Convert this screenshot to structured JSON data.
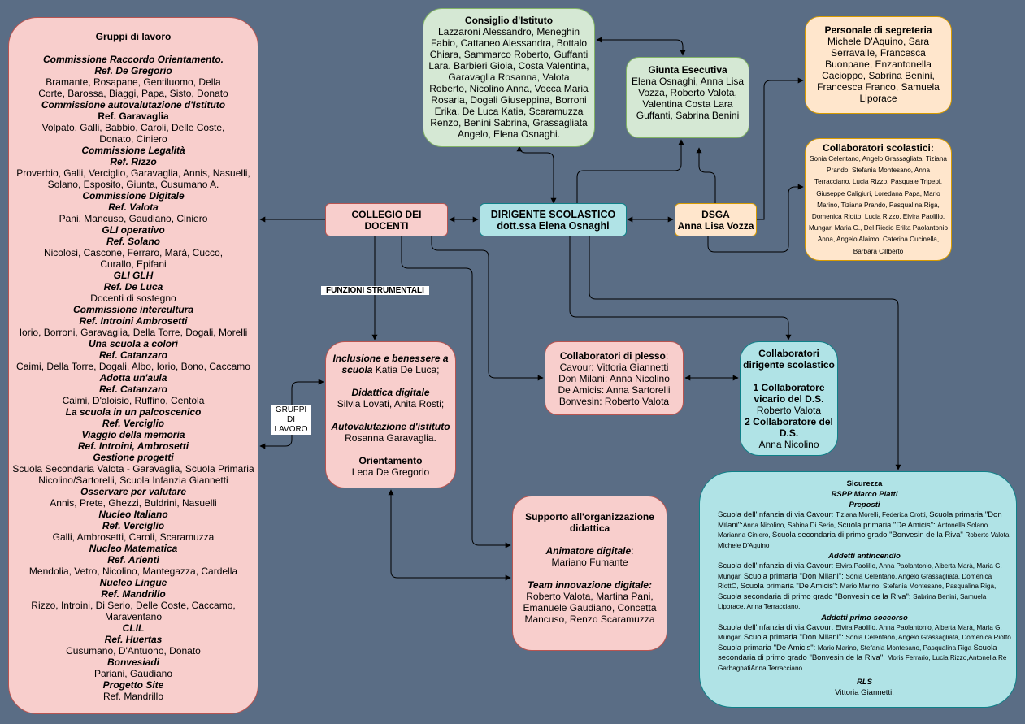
{
  "gruppi_lavoro": {
    "lines": [
      {
        "t": "Gruppi di lavoro",
        "s": "hd"
      },
      {
        "t": "",
        "s": ""
      },
      {
        "t": "Commissione Raccordo Orientamento.",
        "s": "bi"
      },
      {
        "t": "Ref. De Gregorio",
        "s": "bi"
      },
      {
        "t": "Bramante, Rosapane, Gentiluomo, Della",
        "s": ""
      },
      {
        "t": "Corte, Barossa, Biaggi, Papa, Sisto, Donato",
        "s": ""
      },
      {
        "t": "Commissione autovalutazione d'Istituto",
        "s": "bi"
      },
      {
        "t": "Ref. Garavaglia",
        "s": "hd"
      },
      {
        "t": "Volpato, Galli, Babbio, Caroli, Delle Coste,",
        "s": ""
      },
      {
        "t": "Donato, Ciniero",
        "s": ""
      },
      {
        "t": "Commissione Legalità",
        "s": "bi"
      },
      {
        "t": "Ref. Rizzo",
        "s": "bi"
      },
      {
        "t": "Proverbio, Galli, Verciglio, Garavaglia, Annis, Nasuelli,",
        "s": ""
      },
      {
        "t": "Solano, Esposito, Giunta, Cusumano A.",
        "s": ""
      },
      {
        "t": "Commissione Digitale",
        "s": "bi"
      },
      {
        "t": "Ref. Valota",
        "s": "bi"
      },
      {
        "t": "Pani, Mancuso, Gaudiano, Ciniero",
        "s": ""
      },
      {
        "t": "GLI operativo",
        "s": "bi"
      },
      {
        "t": "Ref. Solano",
        "s": "bi"
      },
      {
        "t": "Nicolosi, Cascone, Ferraro, Marà, Cucco,",
        "s": ""
      },
      {
        "t": "Curallo, Epifani",
        "s": ""
      },
      {
        "t": "GLI GLH",
        "s": "bi"
      },
      {
        "t": "Ref. De Luca",
        "s": "bi"
      },
      {
        "t": "Docenti di sostegno",
        "s": ""
      },
      {
        "t": "Commissione intercultura",
        "s": "bi"
      },
      {
        "t": "Ref. Introini Ambrosetti",
        "s": "bi"
      },
      {
        "t": "Iorio, Borroni, Garavaglia, Della Torre, Dogali, Morelli",
        "s": ""
      },
      {
        "t": "Una scuola  a colori",
        "s": "bi"
      },
      {
        "t": "Ref. Catanzaro",
        "s": "bi"
      },
      {
        "t": "Caimi, Della Torre, Dogali, Albo, Iorio, Bono, Caccamo",
        "s": ""
      },
      {
        "t": "Adotta un'aula",
        "s": "bi"
      },
      {
        "t": "Ref. Catanzaro",
        "s": "bi"
      },
      {
        "t": "Caimi, D'aloisio, Ruffino, Centola",
        "s": ""
      },
      {
        "t": "La scuola in un palcoscenico",
        "s": "bi"
      },
      {
        "t": "Ref. Verciglio",
        "s": "bi"
      },
      {
        "t": "Viaggio della memoria",
        "s": "bi"
      },
      {
        "t": "Ref. Introini, Ambrosetti",
        "s": "bi"
      },
      {
        "t": "Gestione progetti",
        "s": "bi"
      },
      {
        "t": "Scuola Secondaria Valota - Garavaglia, Scuola Primaria",
        "s": ""
      },
      {
        "t": "Nicolino/Sartorelli, Scuola Infanzia Giannetti",
        "s": ""
      },
      {
        "t": "Osservare per valutare",
        "s": "bi"
      },
      {
        "t": "Annis, Prete, Ghezzi, Buldrini, Nasuelli",
        "s": ""
      },
      {
        "t": "Nucleo Italiano",
        "s": "bi"
      },
      {
        "t": "Ref. Verciglio",
        "s": "bi"
      },
      {
        "t": "Galli, Ambrosetti, Caroli, Scaramuzza",
        "s": ""
      },
      {
        "t": "Nucleo Matematica",
        "s": "bi"
      },
      {
        "t": "Ref. Arienti",
        "s": "bi"
      },
      {
        "t": "Mendolia, Vetro, Nicolino, Mantegazza, Cardella",
        "s": ""
      },
      {
        "t": "Nucleo Lingue",
        "s": "bi"
      },
      {
        "t": "Ref. Mandrillo",
        "s": "bi"
      },
      {
        "t": "Rizzo, Introini, Di Serio, Delle Coste, Caccamo,",
        "s": ""
      },
      {
        "t": "Maraventano",
        "s": ""
      },
      {
        "t": "CLIL",
        "s": "bi"
      },
      {
        "t": "Ref. Huertas",
        "s": "bi"
      },
      {
        "t": "Cusumano, D'Antuono, Donato",
        "s": ""
      },
      {
        "t": "Bonvesiadi",
        "s": "bi"
      },
      {
        "t": "Pariani, Gaudiano",
        "s": ""
      },
      {
        "t": "Progetto Site",
        "s": "bi"
      },
      {
        "t": "Ref. Mandrillo",
        "s": ""
      }
    ]
  },
  "consiglio": {
    "title": "Consiglio d'Istituto",
    "body": "Lazzaroni Alessandro, Meneghin Fabio, Cattaneo Alessandra, Bottalo Chiara, Sammarco Roberto, Guffanti Lara. Barbieri Gioia, Costa Valentina, Garavaglia Rosanna, Valota Roberto, Nicolino Anna, Vocca Maria Rosaria, Dogali Giuseppina, Borroni Erika, De Luca Katia, Scaramuzza Renzo, Benini Sabrina, Grassagliata Angelo, Elena Osnaghi."
  },
  "giunta": {
    "title": "Giunta Esecutiva",
    "body": "Elena Osnaghi, Anna Lisa Vozza, Roberto Valota, Valentina Costa Lara Guffanti, Sabrina Benini"
  },
  "segreteria": {
    "title": "Personale di segreteria",
    "body": "Michele D'Aquino, Sara Serravalle, Francesca Buonpane, Enzantonella Cacioppo, Sabrina Benini, Francesca Franco, Samuela Liporace"
  },
  "collab_scolastici": {
    "title": "Collaboratori scolastici:",
    "body": "Sonia Celentano, Angelo Grassagliata, Tiziana Prando, Stefania Montesano, Anna Terracciano,  Lucia Rizzo, Pasquale Tripepi, Giuseppe Caligiuri, Loredana Papa, Mario Marino, Tiziana Prando, Pasqualina Riga, Domenica Riotto, Lucia Rizzo, Elvira Paolillo, Mungari Maria G., Del Riccio Erika Paolantonio Anna, Angelo Alaimo, Caterina Cucinella, Barbara Cillberto"
  },
  "collegio": {
    "line1": "COLLEGIO DEI",
    "line2": "DOCENTI"
  },
  "dirigente": {
    "line1": "DIRIGENTE SCOLASTICO",
    "line2": "dott.ssa Elena Osnaghi"
  },
  "dsga": {
    "line1": "DSGA",
    "line2": "Anna Lisa Vozza"
  },
  "labels": {
    "funzioni_strumentali": "FUNZIONI STRUMENTALI",
    "gruppi_1": "GRUPPI",
    "gruppi_2": "DI",
    "gruppi_3": "LAVORO"
  },
  "funzioni": {
    "inclusione_title": "Inclusione e benessere a scuola",
    "inclusione_name": " Katia De Luca;",
    "didattica_title": "Didattica digitale",
    "didattica_name": "Silvia Lovati, Anita Rosti;",
    "autoval_title": "Autovalutazione d'istituto",
    "autoval_name": "Rosanna Garavaglia.",
    "orient_title": "Orientamento",
    "orient_name": "Leda De Gregorio"
  },
  "plesso": {
    "title": "Collaboratori di plesso",
    "colon": ":",
    "lines": [
      "Cavour: Vittoria Giannetti",
      "Don Milani: Anna Nicolino",
      "De Amicis: Anna Sartorelli",
      "Bonvesin:  Roberto Valota"
    ]
  },
  "collab_dir": {
    "title1": "Collaboratori",
    "title2": "dirigente scolastico",
    "c1_a": "1 Collaboratore",
    "c1_b": "vicario del D.S.",
    "c1_name": "Roberto Valota",
    "c2_a": "2 Collaboratore del",
    "c2_b": "D.S.",
    "c2_name": "Anna Nicolino"
  },
  "supporto": {
    "title": "Supporto all'organizzazione didattica",
    "anim_title": "Animatore digitale",
    "anim_colon": ":",
    "anim_name": "Mariano Fumante",
    "team_title": "Team innovazione digitale:",
    "team_names": " Roberto Valota, Martina Pani, Emanuele Gaudiano, Concetta Mancuso, Renzo Scaramuzza"
  },
  "sicurezza": {
    "title": "Sicurezza",
    "rspp": "RSPP  Marco Piatti",
    "preposti_title": "Preposti",
    "preposti": [
      {
        "a": "Scuola dell'Infanzia di via Cavour: ",
        "b": "Tiziana Morelli, Federica Crotti, "
      },
      {
        "a": "Scuola primaria \"Don Milani\":",
        "b": "Anna Nicolino, Sabina Di Serio, "
      },
      {
        "a": "Scuola primaria \"De Amicis\": ",
        "b": "Antonella Solano Marianna Ciniero, "
      },
      {
        "a": "Scuola secondaria di primo grado \"Bonvesin de la Riva\" ",
        "b": "Roberto Valota, Michele D'Aquino"
      }
    ],
    "antincendio_title": "Addetti antincendio",
    "antincendio": [
      {
        "a": "Scuola dell'Infanzia di via Cavour: ",
        "b": "Elvira Paolillo, Anna Paolantonio, Alberta Marà, Maria G. Mungari "
      },
      {
        "a": "Scuola primaria \"Don Milani\": ",
        "b": "Sonia Celentano, Angelo Grassagliata, Domenica RiottO, "
      },
      {
        "a": "Scuola primaria \"De Amicis\": ",
        "b": "Mario Marino, Stefania Montesano, Pasqualina Riga, "
      },
      {
        "a": "Scuola secondaria di primo grado \"Bonvesin de la Riva\": ",
        "b": "Sabrina Benini, Samuela Liporace, Anna Terracciano."
      }
    ],
    "soccorso_title": "Addetti primo soccorso",
    "soccorso": [
      {
        "a": "Scuola dell'Infanzia di via Cavour: ",
        "b": "Elvira Paolillo. Anna Paolantonio, Alberta Marà, Maria G. Mungari "
      },
      {
        "a": "Scuola primaria \"Don Milani\": ",
        "b": "Sonia Celentano, Angelo Grassagliata, Domenica Riotto "
      },
      {
        "a": "Scuola primaria \"De Amicis\": ",
        "b": "Mario Marino, Stefania Montesano, Pasqualina Riga "
      },
      {
        "a": "Scuola secondaria di primo grado \"Bonvesin de la Riva\". ",
        "b": "Moris Ferrario, Lucia Rizzo,Antonella Re GarbagnatiAnna Terracciano."
      }
    ],
    "rls_title": "RLS",
    "rls": "Vittoria Giannetti,"
  },
  "colors": {
    "background": "#5a6d85",
    "pink": "#f8cecc",
    "green": "#d5e8d4",
    "orange": "#ffe6cc",
    "cyan": "#b0e3e6",
    "connector": "#000000"
  }
}
